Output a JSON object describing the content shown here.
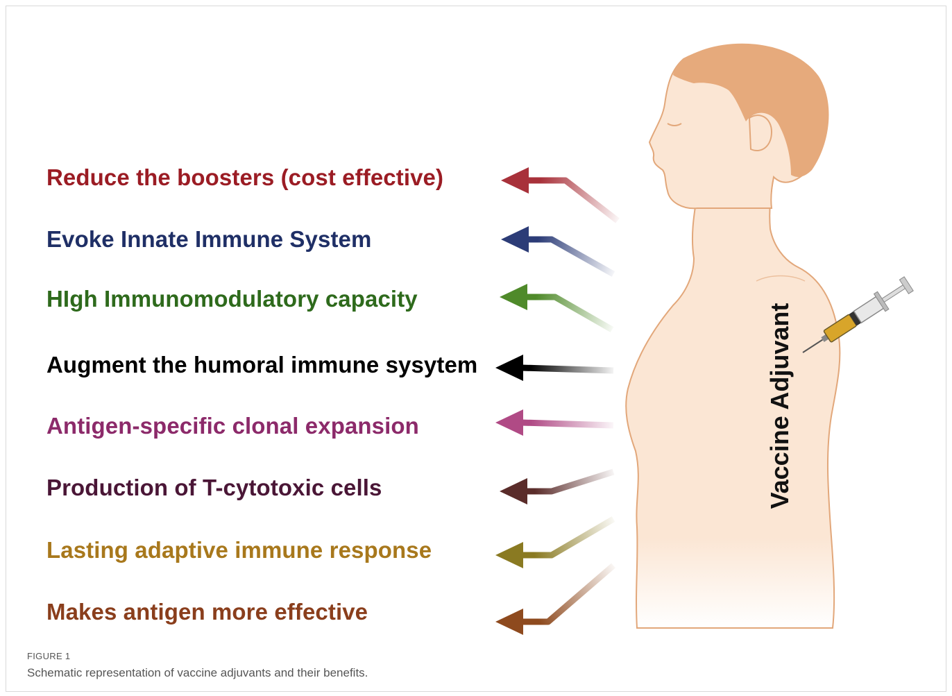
{
  "benefits": [
    {
      "text": "Reduce the boosters (cost effective)",
      "color": "#9b1c24"
    },
    {
      "text": "Evoke Innate Immune System",
      "color": "#1f2f66"
    },
    {
      "text": "HIgh Immunomodulatory capacity",
      "color": "#2e6a1c"
    },
    {
      "text": "Augment the humoral immune sysytem",
      "color": "#000000"
    },
    {
      "text": "Antigen-specific clonal expansion",
      "color": "#8c2a6a"
    },
    {
      "text": "Production of T-cytotoxic cells",
      "color": "#4a1636"
    },
    {
      "text": "Lasting adaptive immune response",
      "color": "#a8781c"
    },
    {
      "text": "Makes antigen more effective",
      "color": "#8a3e1c"
    }
  ],
  "arrow_colors": [
    "#a8313a",
    "#2c3c77",
    "#4f8a2a",
    "#000000",
    "#b04a85",
    "#5a2c2a",
    "#8a7a22",
    "#8e4a1e"
  ],
  "vaccine_label": "Vaccine Adjuvant",
  "figure": {
    "label": "FIGURE 1",
    "caption": "Schematic representation of vaccine adjuvants and their benefits."
  },
  "colors": {
    "skin": "#fbe6d4",
    "skin_outline": "#e2a77a",
    "hair": "#e6aa7c",
    "syringe_fluid": "#d8a52a"
  }
}
